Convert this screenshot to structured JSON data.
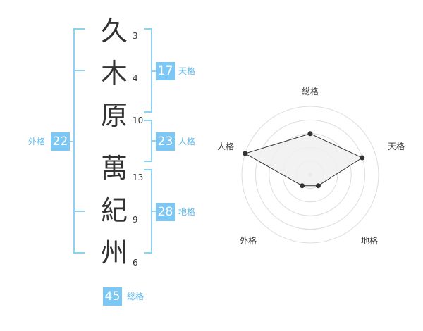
{
  "name": {
    "chars": [
      {
        "char": "久",
        "strokes": "3"
      },
      {
        "char": "木",
        "strokes": "4"
      },
      {
        "char": "原",
        "strokes": "10"
      },
      {
        "char": "萬",
        "strokes": "13"
      },
      {
        "char": "紀",
        "strokes": "9"
      },
      {
        "char": "州",
        "strokes": "6"
      }
    ]
  },
  "fortunes": {
    "ten": {
      "value": "17",
      "label": "天格"
    },
    "jin": {
      "value": "23",
      "label": "人格"
    },
    "chi": {
      "value": "28",
      "label": "地格"
    },
    "gai": {
      "value": "22",
      "label": "外格"
    },
    "so": {
      "value": "45",
      "label": "総格"
    }
  },
  "chart_data": {
    "type": "radar",
    "axes": [
      "総格",
      "天格",
      "地格",
      "外格",
      "人格"
    ],
    "values": [
      3,
      4,
      1,
      1,
      5
    ],
    "max": 5,
    "colors": {
      "fill": "#f0f0f0",
      "line": "#333333",
      "grid": "#dddddd"
    }
  },
  "colors": {
    "accent": "#7cc7f4",
    "bracket": "#8fd0f5",
    "label": "#5eb9ec"
  }
}
